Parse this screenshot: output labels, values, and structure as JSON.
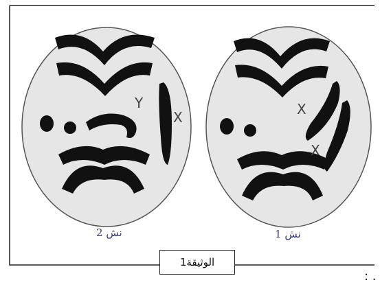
{
  "cells": [
    {
      "label": "نش 2",
      "sex_labels": [
        "Y",
        "X"
      ]
    },
    {
      "label": "نش 1",
      "sex_labels": [
        "X",
        "X"
      ]
    }
  ],
  "document_title": "الوثيقة1",
  "trailing_mark": ": ."
}
